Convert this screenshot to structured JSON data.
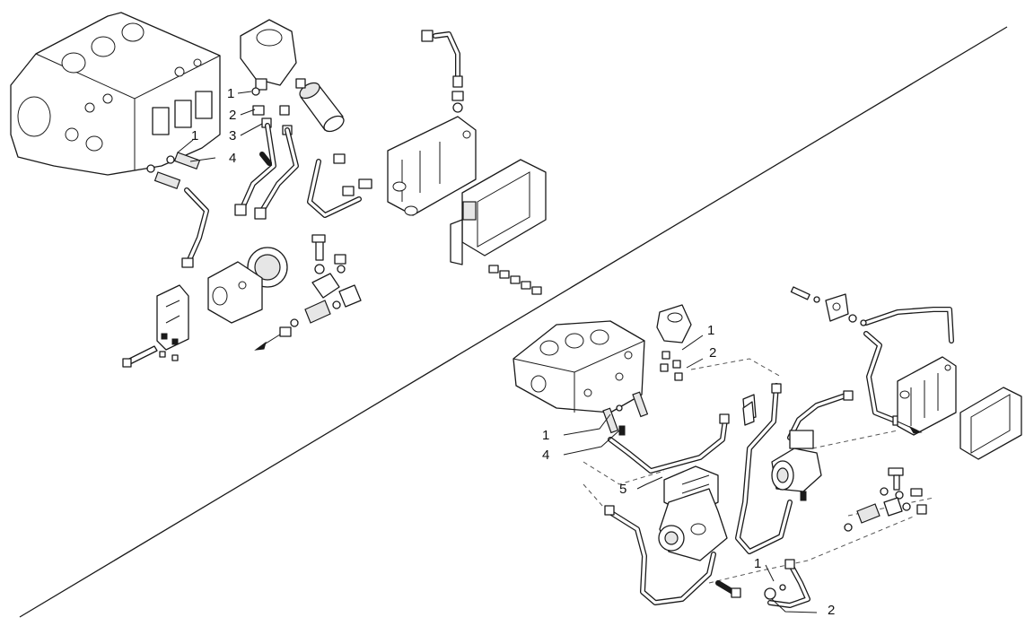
{
  "callouts_top": [
    {
      "id": "t1a",
      "label": "1"
    },
    {
      "id": "t2",
      "label": "2"
    },
    {
      "id": "t3",
      "label": "3"
    },
    {
      "id": "t1b",
      "label": "1"
    },
    {
      "id": "t4",
      "label": "4"
    }
  ],
  "callouts_bottom": [
    {
      "id": "b1a",
      "label": "1"
    },
    {
      "id": "b2a",
      "label": "2"
    },
    {
      "id": "b1b",
      "label": "1"
    },
    {
      "id": "b4",
      "label": "4"
    },
    {
      "id": "b5",
      "label": "5"
    },
    {
      "id": "b1c",
      "label": "1"
    },
    {
      "id": "b2b",
      "label": "2"
    }
  ]
}
